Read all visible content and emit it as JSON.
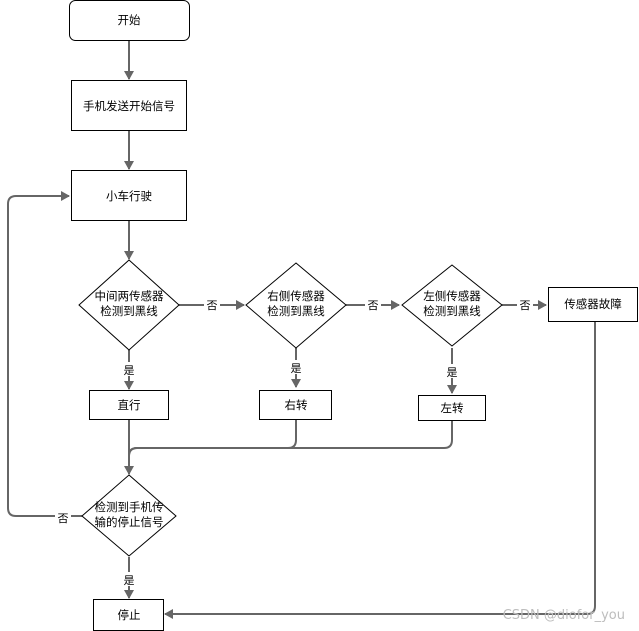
{
  "nodes": {
    "start": "开始",
    "send_signal": "手机发送开始信号",
    "drive": "小车行驶",
    "both_sensors": [
      "中间两传感器",
      "检测到黑线"
    ],
    "right_sensor": [
      "右侧传感器",
      "检测到黑线"
    ],
    "left_sensor": [
      "左侧传感器",
      "检测到黑线"
    ],
    "sensor_fault": "传感器故障",
    "straight": "直行",
    "turn_right": "右转",
    "turn_left": "左转",
    "stop_check": [
      "检测到手机传",
      "输的停止信号"
    ],
    "stop": "停止"
  },
  "edge_labels": {
    "no": "否",
    "yes": "是"
  },
  "watermark": "CSDN @diofor_you",
  "colors": {
    "line": "#666666",
    "border": "#000000",
    "fill": "#ffffff"
  }
}
